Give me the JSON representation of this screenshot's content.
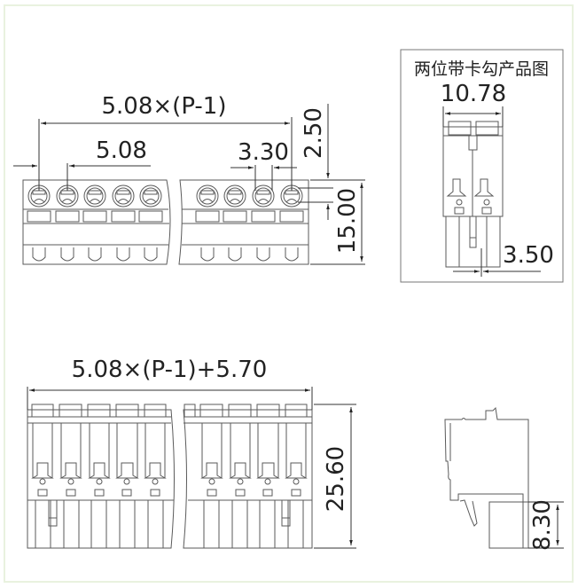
{
  "drawing": {
    "frame_color": "#e9f2df",
    "line_color": "#5a5a5a",
    "text_color": "#222222",
    "top_view": {
      "overall_dim": "5.08×(P-1)",
      "pitch_dim": "5.08",
      "hole_dim": "3.30",
      "offset_dim": "2.50",
      "height_dim": "15.00"
    },
    "inset_two_pole": {
      "title": "两位带卡勾产品图",
      "width_dim": "10.78",
      "latch_dim": "3.50"
    },
    "front_view": {
      "overall_dim": "5.08×(P-1)+5.70",
      "height_dim": "25.60"
    },
    "side_view": {
      "plug_dim": "8.30"
    }
  }
}
